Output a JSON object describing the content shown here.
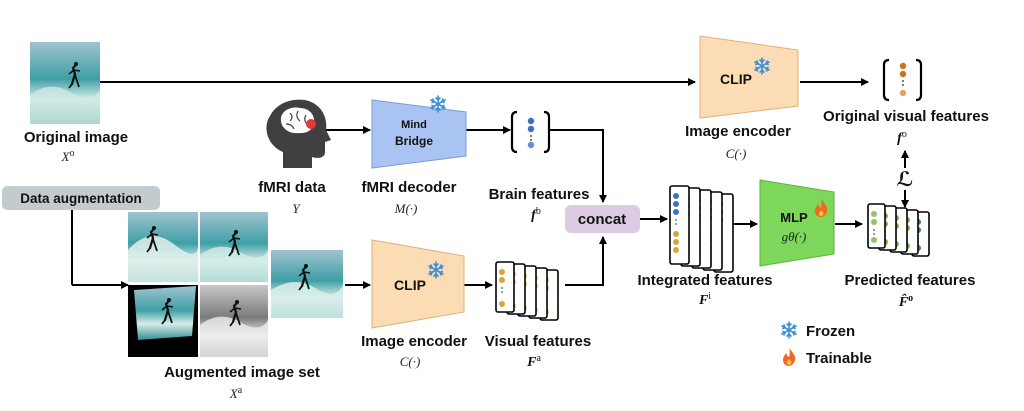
{
  "labels": {
    "original_image": "Original image",
    "original_image_sym": "X",
    "original_image_sup": "o",
    "data_augmentation": "Data augmentation",
    "augmented_set": "Augmented image set",
    "augmented_sym": "X",
    "augmented_sup": "a",
    "fmri_data": "fMRI data",
    "fmri_sym": "Y",
    "fmri_decoder": "fMRI decoder",
    "fmri_decoder_sym": "M(·)",
    "mindbridge_1": "Mind",
    "mindbridge_2": "Bridge",
    "brain_features": "Brain features",
    "brain_sym": "f",
    "brain_sup": "b",
    "concat": "concat",
    "clip_top": "CLIP",
    "clip_bottom": "CLIP",
    "image_encoder_top": "Image encoder",
    "image_encoder_top_sym": "C(·)",
    "image_encoder_bottom": "Image encoder",
    "image_encoder_bottom_sym": "C(·)",
    "visual_features": "Visual features",
    "visual_sym": "F",
    "visual_sup": "a",
    "original_visual": "Original visual features",
    "original_visual_sym": "f",
    "original_visual_sup": "o",
    "loss_sym": "ℒ",
    "integrated": "Integrated features",
    "integrated_sym": "F",
    "integrated_sup": "i",
    "mlp": "MLP",
    "mlp_sym": "gθ(·)",
    "predicted": "Predicted features",
    "predicted_sym": "F̂",
    "predicted_sup": "o",
    "frozen": "Frozen",
    "trainable": "Trainable"
  },
  "colors": {
    "clip_fill": "#fbdcb4",
    "mindbridge_fill": "#a9c4f2",
    "mlp_fill": "#7dd75a",
    "concat_fill": "#dccbe3",
    "aug_fill": "#c4cbcf",
    "snow": "#3d8fd6",
    "flame": "#f26522"
  },
  "icons": [
    "snowflake-icon",
    "flame-icon",
    "head-brain-icon"
  ]
}
